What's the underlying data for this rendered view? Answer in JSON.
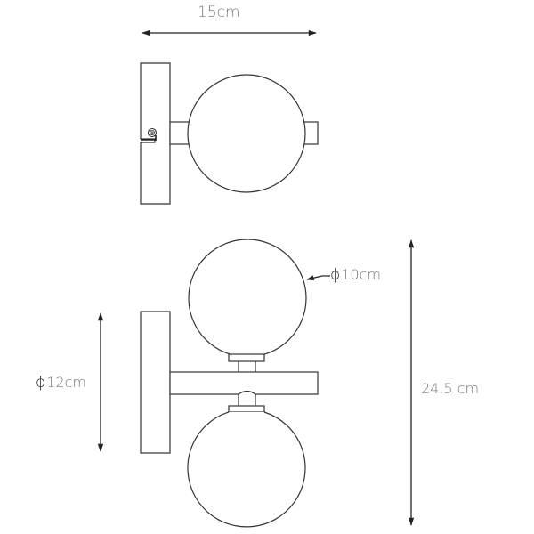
{
  "diagram": {
    "type": "technical-drawing",
    "subject": "double-globe wall lamp",
    "views": [
      "top-view",
      "front-view"
    ],
    "colors": {
      "line": "#333333",
      "dimension_text": "#7a7a7a",
      "background": "#ffffff"
    }
  },
  "dimensions": {
    "width": {
      "label": "15cm",
      "value": 15,
      "unit": "cm"
    },
    "globe_diameter": {
      "symbol": "ϕ",
      "label": "10cm",
      "value": 10,
      "unit": "cm"
    },
    "wall_plate_height": {
      "symbol": "ϕ",
      "label": "12cm",
      "value": 12,
      "unit": "cm"
    },
    "total_height": {
      "label": "24.5 cm",
      "value": 24.5,
      "unit": "cm"
    }
  }
}
